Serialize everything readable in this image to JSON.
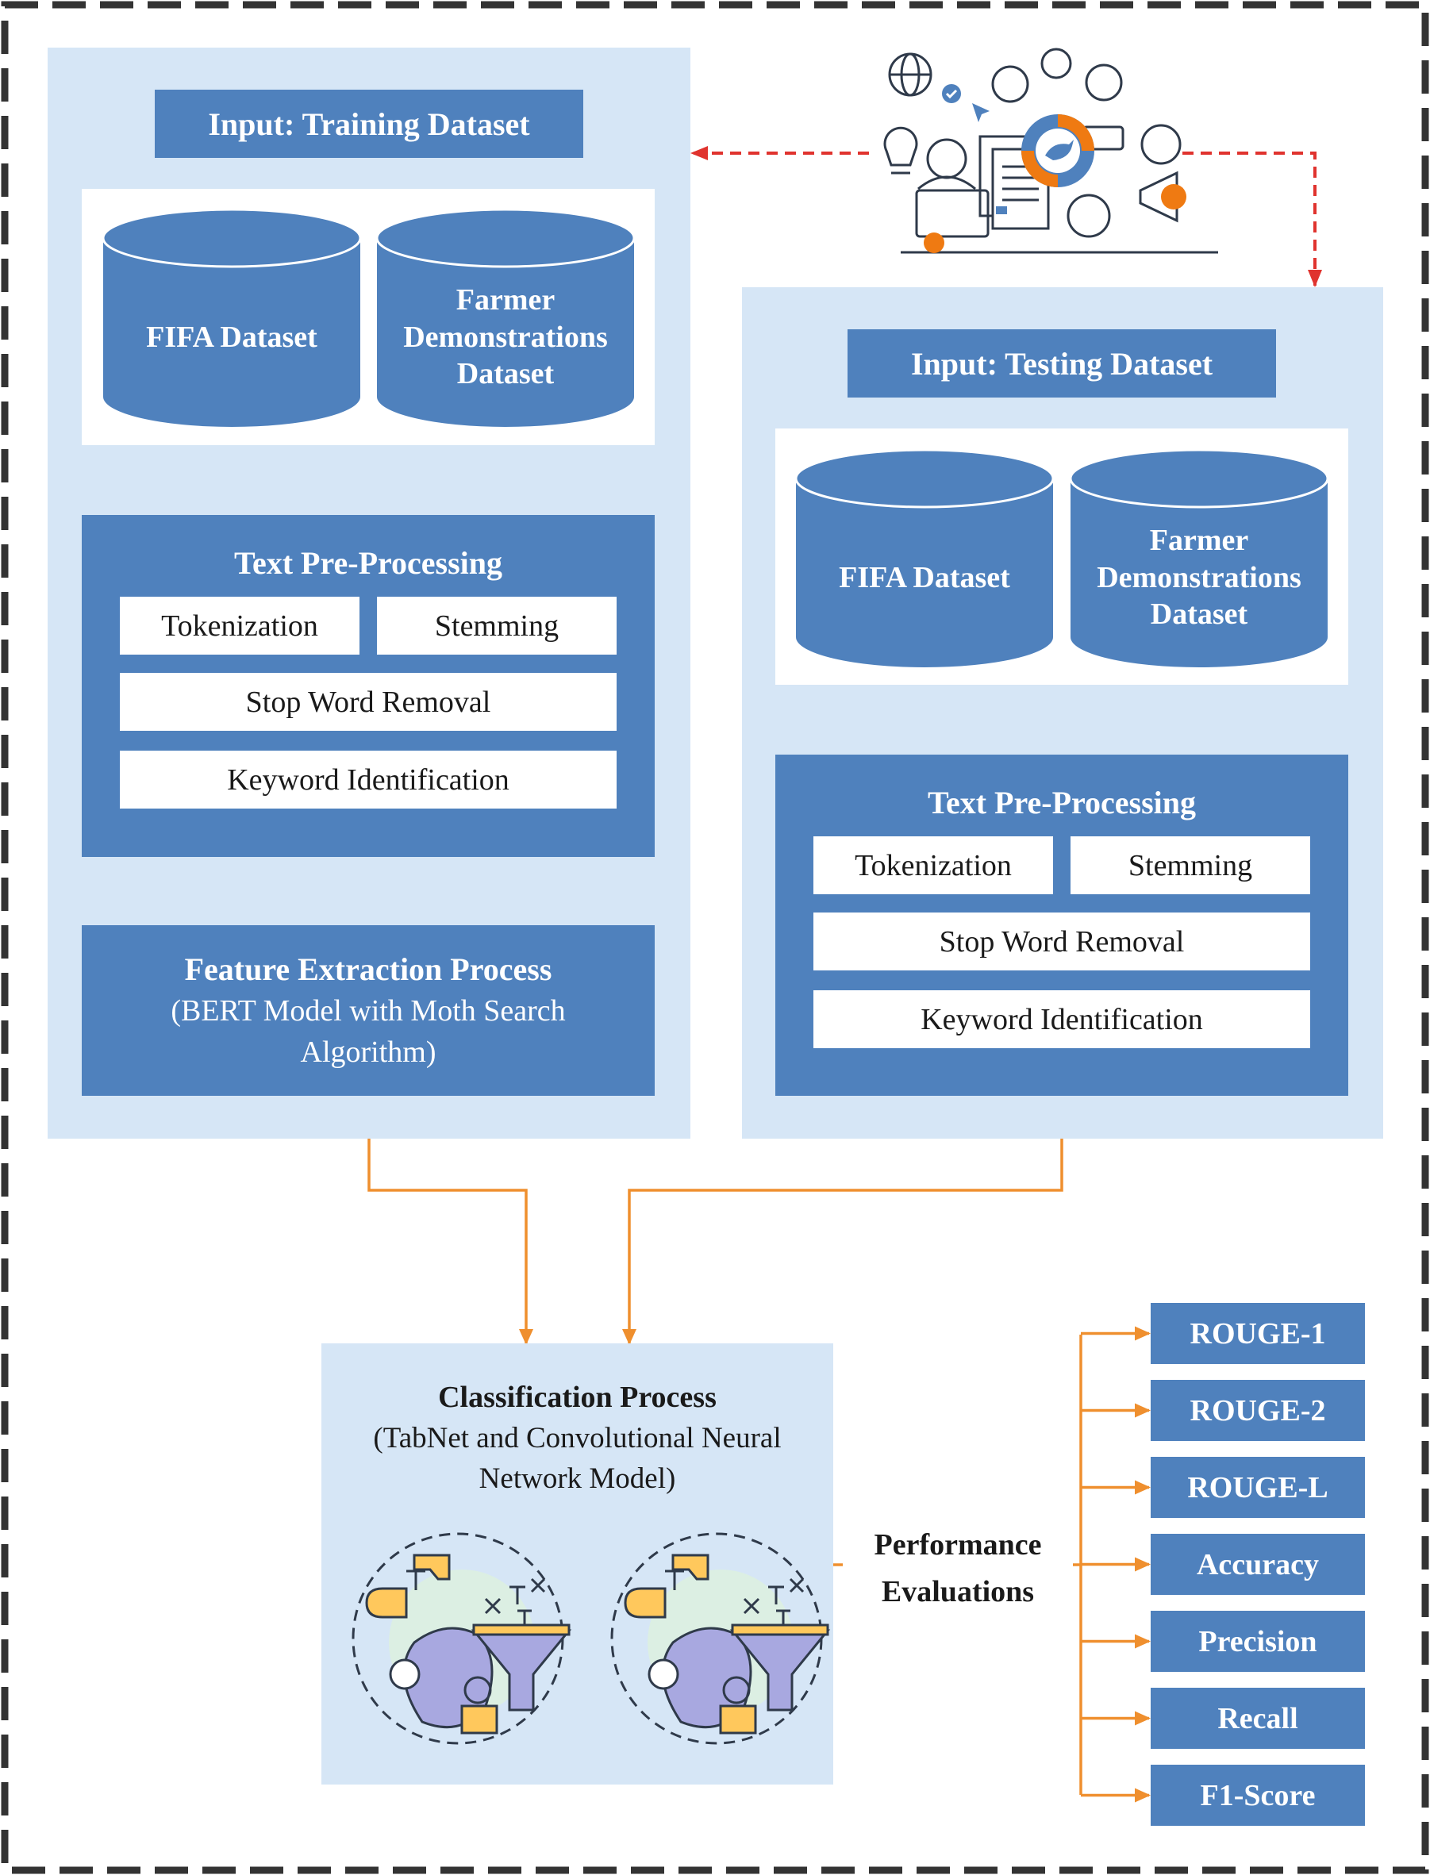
{
  "training": {
    "input_label": "Input: Training Dataset",
    "dataset_a": "FIFA Dataset",
    "dataset_b_lines": [
      "Farmer",
      "Demonstrations",
      "Dataset"
    ],
    "preprocessing": {
      "title": "Text Pre-Processing",
      "tokenization": "Tokenization",
      "stemming": "Stemming",
      "stop_word": "Stop Word Removal",
      "keyword": "Keyword Identification"
    },
    "feature": {
      "title": "Feature Extraction Process",
      "line2": "(BERT Model with Moth Search",
      "line3": "Algorithm)"
    }
  },
  "testing": {
    "input_label": "Input: Testing Dataset",
    "dataset_a": "FIFA Dataset",
    "dataset_b_lines": [
      "Farmer",
      "Demonstrations",
      "Dataset"
    ],
    "preprocessing": {
      "title": "Text Pre-Processing",
      "tokenization": "Tokenization",
      "stemming": "Stemming",
      "stop_word": "Stop Word Removal",
      "keyword": "Keyword Identification"
    }
  },
  "classification": {
    "title": "Classification Process",
    "line2": "(TabNet and Convolutional Neural",
    "line3": "Network Model)"
  },
  "performance": {
    "line1": "Performance",
    "line2": "Evaluations"
  },
  "metrics": [
    "ROUGE-1",
    "ROUGE-2",
    "ROUGE-L",
    "Accuracy",
    "Precision",
    "Recall",
    "F1-Score"
  ],
  "icons": {
    "social_media": "social-media-network-icon",
    "nlp_a": "nlp-brain-icon",
    "nlp_b": "nlp-brain-icon"
  },
  "colors": {
    "panel": "#d6e6f6",
    "box_blue": "#4f81bd",
    "cylinder_blue": "#4f81bd",
    "arrow_orange": "#ef7a12",
    "connector_orange": "#ef8f2e",
    "dashed_red": "#e0332e",
    "border_dark": "#333333"
  }
}
